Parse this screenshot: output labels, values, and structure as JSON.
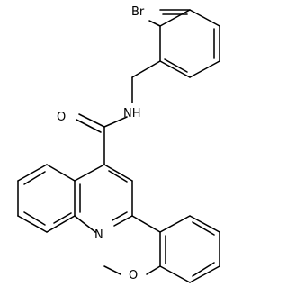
{
  "molecule": {
    "atoms": {
      "bromine": "Br",
      "amide_nitrogen": "NH",
      "carbonyl_oxygen": "O",
      "quinoline_nitrogen": "N",
      "methoxy_oxygen": "O"
    }
  }
}
